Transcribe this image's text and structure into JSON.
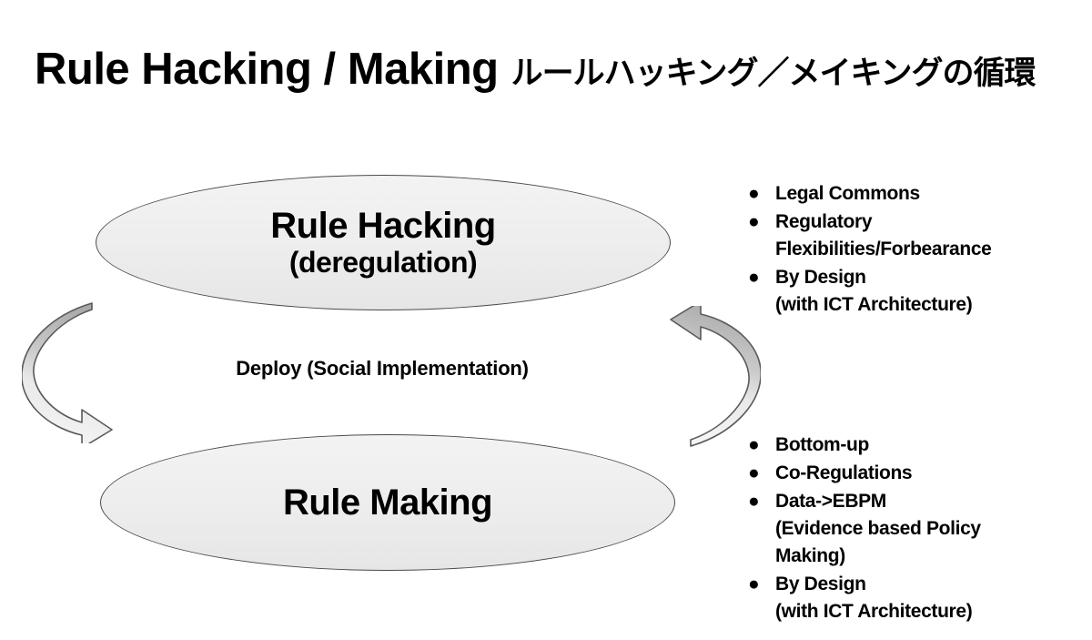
{
  "slide": {
    "background_color": "#ffffff",
    "text_color": "#000000"
  },
  "title": {
    "english": "Rule Hacking / Making",
    "japanese": "ルールハッキング／メイキングの循環"
  },
  "diagram": {
    "nodes": [
      {
        "id": "rule-hacking",
        "line1": "Rule Hacking",
        "line2": "(deregulation)",
        "fill": "#ededed",
        "border": "#4a4a4a"
      },
      {
        "id": "rule-making",
        "line1": "Rule Making",
        "line2": "",
        "fill": "#ededed",
        "border": "#4a4a4a"
      }
    ],
    "center_caption": "Deploy (Social Implementation)",
    "arrows": [
      {
        "id": "left-arrow",
        "direction": "down-clockwise",
        "from": "rule-hacking",
        "to": "rule-making",
        "gradient_from": "#b0b0b0",
        "gradient_to": "#f2f2f2"
      },
      {
        "id": "right-arrow",
        "direction": "up-clockwise",
        "from": "rule-making",
        "to": "rule-hacking",
        "gradient_from": "#b0b0b0",
        "gradient_to": "#f2f2f2"
      }
    ]
  },
  "bullets": {
    "bullet_glyph": "●",
    "hacking": [
      {
        "main": "Legal Commons",
        "cont": ""
      },
      {
        "main": "Regulatory",
        "cont": "Flexibilities/Forbearance"
      },
      {
        "main": "By Design",
        "cont": "(with ICT Architecture)"
      }
    ],
    "making": [
      {
        "main": "Bottom-up",
        "cont": ""
      },
      {
        "main": "Co-Regulations",
        "cont": ""
      },
      {
        "main": "Data->EBPM",
        "cont": "(Evidence based Policy",
        "cont2": "Making)"
      },
      {
        "main": "By Design",
        "cont": "(with ICT Architecture)"
      }
    ]
  }
}
